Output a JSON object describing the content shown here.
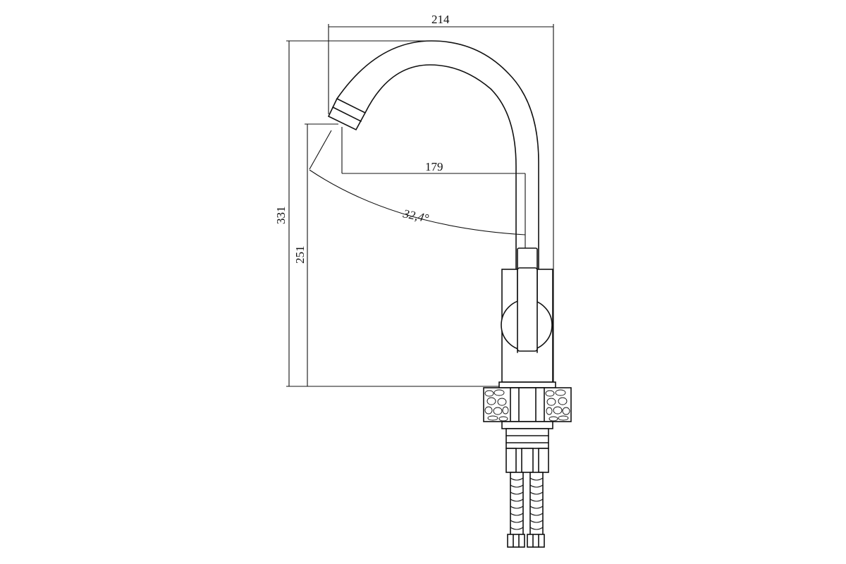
{
  "diagram": {
    "dimensions": {
      "overall_width": "214",
      "spout_reach": "179",
      "overall_height": "331",
      "spout_height": "251",
      "swivel_angle": "32,4°"
    },
    "colors": {
      "line": "#111111",
      "background": "#ffffff"
    }
  }
}
